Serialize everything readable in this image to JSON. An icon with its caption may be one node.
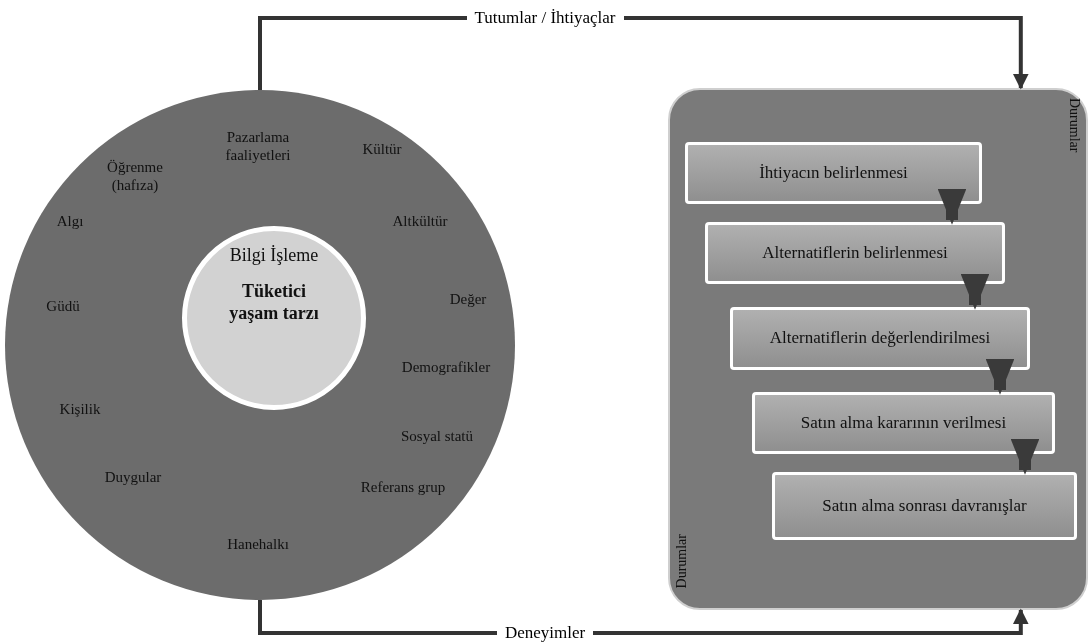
{
  "diagram": {
    "nodes": [
      {
        "text": [],
        "shape": "circle"
      },
      {
        "text": [
          "Bilgi İşleme",
          "Tüketici yaşam tarzı"
        ],
        "in": 0
      },
      {
        "text": [
          "Durumlar",
          "Durumlar"
        ]
      },
      {
        "text": [
          "İhtiyacın belirlenmesi"
        ],
        "in": 2
      },
      {
        "text": [
          "Alternatiflerin belirlenmesi"
        ],
        "in": 2
      },
      {
        "text": [
          "Alternatiflerin değerlendirilmesi"
        ],
        "in": 2
      },
      {
        "text": [
          "Satın alma kararının verilmesi"
        ],
        "in": 2
      },
      {
        "text": [
          "Satın alma sonrası davranışlar"
        ],
        "in": 2
      }
    ],
    "edges": [
      {
        "from": 0,
        "to": 2,
        "label": "Tutumlar / İhtiyaçlar",
        "arrow": "to"
      },
      {
        "from": 0,
        "to": 2,
        "label": "Deneyimler",
        "arrow": "to"
      },
      {
        "from": 3,
        "to": 4,
        "arrow": "to"
      },
      {
        "from": 4,
        "to": 5,
        "arrow": "to"
      },
      {
        "from": 5,
        "to": 6,
        "arrow": "to"
      },
      {
        "from": 6,
        "to": 7,
        "arrow": "to"
      }
    ],
    "labels": [
      "Pazarlama faaliyetleri",
      "Öğrenme (hafıza)",
      "Kültür",
      "Algı",
      "Altkültür",
      "Güdü",
      "Değer",
      "Demografikler",
      "Kişilik",
      "Sosyal statü",
      "Duygular",
      "Referans grup",
      "Hanehalkı"
    ]
  }
}
